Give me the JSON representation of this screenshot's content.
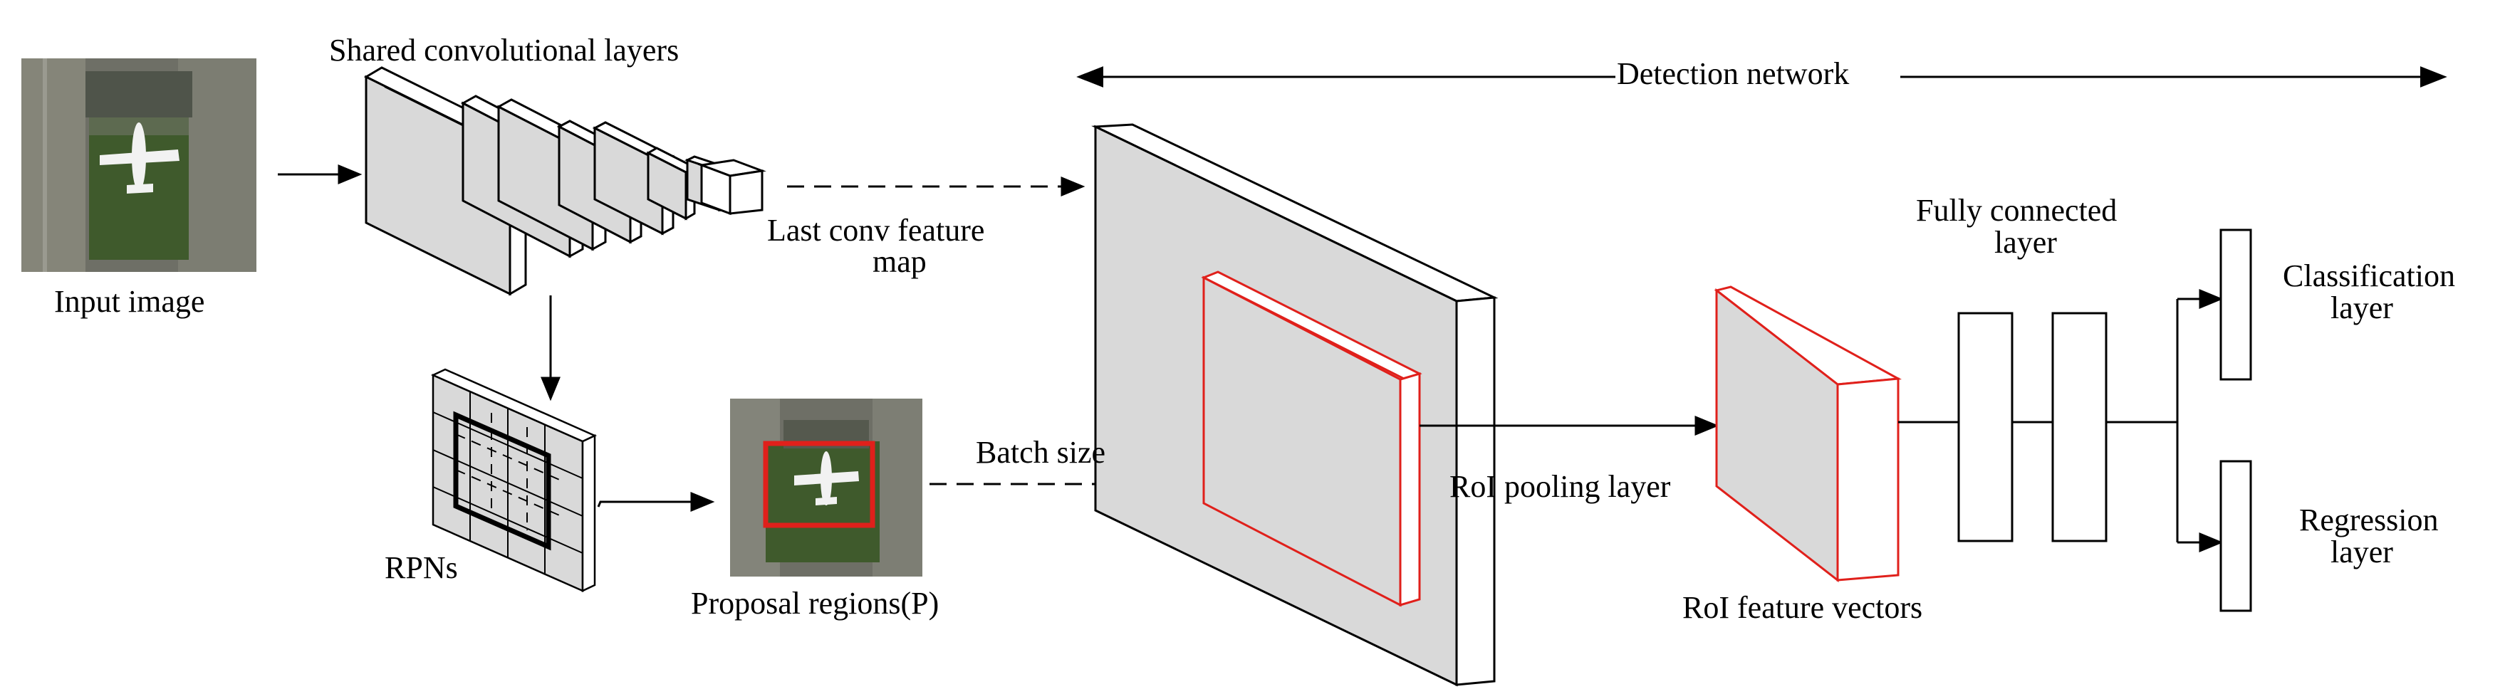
{
  "labels": {
    "input_image": "Input image",
    "shared_conv": "Shared convolutional layers",
    "last_conv_line1": "Last conv feature",
    "last_conv_line2": "map",
    "detection_network": "Detection network",
    "rpns": "RPNs",
    "proposal_regions": "Proposal regions(P)",
    "batch_size": "Batch size",
    "roi_pooling": "RoI pooling layer",
    "roi_feature_vectors": "RoI feature vectors",
    "fully_connected_line1": "Fully connected",
    "fully_connected_line2": "layer",
    "classification_line1": "Classification",
    "classification_line2": "layer",
    "regression_line1": "Regression",
    "regression_line2": "layer"
  },
  "colors": {
    "stroke": "#000000",
    "layer_fill": "#d9d9d9",
    "highlight": "#e0201b",
    "photo_ground": "#6e6f66",
    "photo_grass": "#3f5a2c"
  }
}
